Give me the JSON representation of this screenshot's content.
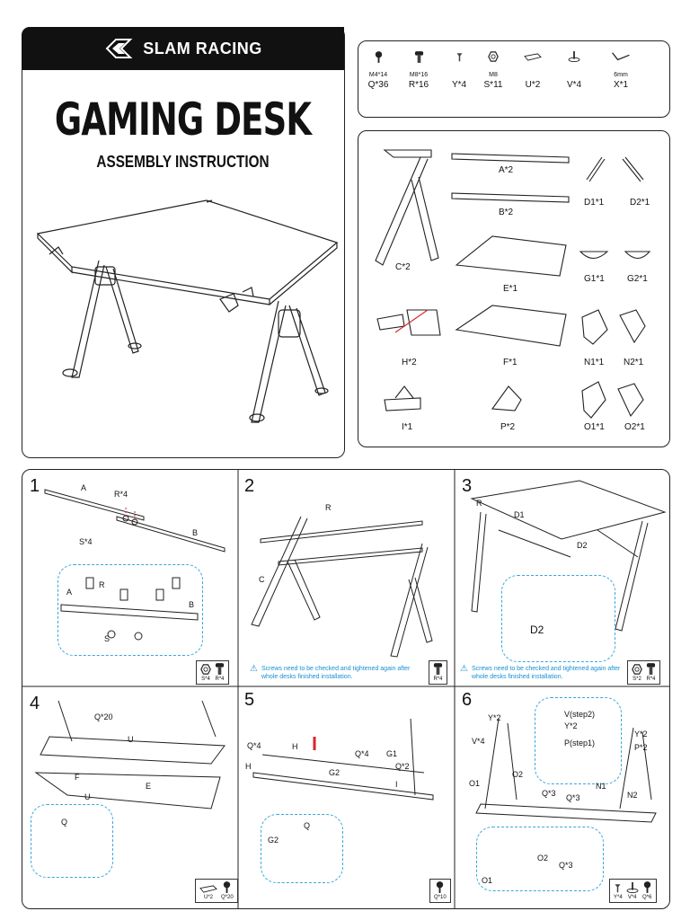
{
  "header": {
    "brand": "SLAM RACING"
  },
  "title": "GAMING DESK",
  "subtitle": "ASSEMBLY INSTRUCTION",
  "hardware": [
    {
      "spec": "M4*14",
      "qty": "Q*36",
      "icon": "screw-icon"
    },
    {
      "spec": "M8*16",
      "qty": "R*16",
      "icon": "bolt-icon"
    },
    {
      "spec": "",
      "qty": "Y*4",
      "icon": "small-screw-icon"
    },
    {
      "spec": "M8",
      "qty": "S*11",
      "icon": "hex-nut-icon"
    },
    {
      "spec": "",
      "qty": "U*2",
      "icon": "connector-plate-icon"
    },
    {
      "spec": "",
      "qty": "V*4",
      "icon": "foot-pad-icon"
    },
    {
      "spec": "6mm",
      "qty": "X*1",
      "icon": "allen-key-icon"
    }
  ],
  "parts": {
    "A": "A*2",
    "B": "B*2",
    "C": "C*2",
    "D": "D1*1",
    "D2": "D2*1",
    "E": "E*1",
    "F": "F*1",
    "G1": "G1*1",
    "G2": "G2*1",
    "H": "H*2",
    "I": "I*1",
    "P": "P*2",
    "N1": "N1*1",
    "N2": "N2*1",
    "O1": "O1*1",
    "O2": "O2*1"
  },
  "steps": [
    {
      "num": "1",
      "labels": {
        "a": "A",
        "r4": "R*4",
        "s4": "S*4",
        "b": "B",
        "zA": "A",
        "zB": "B",
        "r": "R",
        "s": "S"
      },
      "badge": [
        {
          "icon": "hex-nut-icon",
          "qty": "S*4"
        },
        {
          "icon": "bolt-icon",
          "qty": "R*4"
        }
      ]
    },
    {
      "num": "2",
      "labels": {
        "r": "R",
        "c": "C"
      },
      "warning": "Screws need to be checked and tightened again after whole desks finished installation.",
      "badge": [
        {
          "icon": "bolt-icon",
          "qty": "R*4"
        }
      ]
    },
    {
      "num": "3",
      "labels": {
        "r": "R",
        "d1": "D1",
        "d2": "D2"
      },
      "warning": "Screws need to be checked and tightened again after whole desks finished installation.",
      "badge": [
        {
          "icon": "hex-nut-icon",
          "qty": "S*2"
        },
        {
          "icon": "bolt-icon",
          "qty": "R*4"
        }
      ]
    },
    {
      "num": "4",
      "labels": {
        "q20": "Q*20",
        "u": "U",
        "f": "F",
        "e": "E",
        "q": "Q"
      },
      "badge": [
        {
          "icon": "connector-plate-icon",
          "qty": "U*2"
        },
        {
          "icon": "screw-icon",
          "qty": "Q*20"
        }
      ]
    },
    {
      "num": "5",
      "labels": {
        "q4": "Q*4",
        "h": "H",
        "g1": "G1",
        "g2": "G2",
        "q2": "Q*2",
        "i": "I",
        "q": "Q"
      },
      "badge": [
        {
          "icon": "screw-icon",
          "qty": "Q*10"
        }
      ]
    },
    {
      "num": "6",
      "labels": {
        "y2": "Y*2",
        "v4": "V*4",
        "o1": "O1",
        "o2": "O2",
        "q3": "Q*3",
        "n1": "N1",
        "n2": "N2",
        "vstep2": "V(step2)",
        "pstep1": "P(step1)",
        "p2": "P*2"
      },
      "badge": [
        {
          "icon": "small-screw-icon",
          "qty": "Y*4"
        },
        {
          "icon": "foot-pad-icon",
          "qty": "V*4"
        },
        {
          "icon": "screw-icon",
          "qty": "Q*6"
        }
      ]
    }
  ],
  "colors": {
    "accent_blue": "#39a6dc",
    "warning_blue": "#1a8fd0",
    "arrow_red": "#d7262a",
    "header_black": "#111111"
  }
}
